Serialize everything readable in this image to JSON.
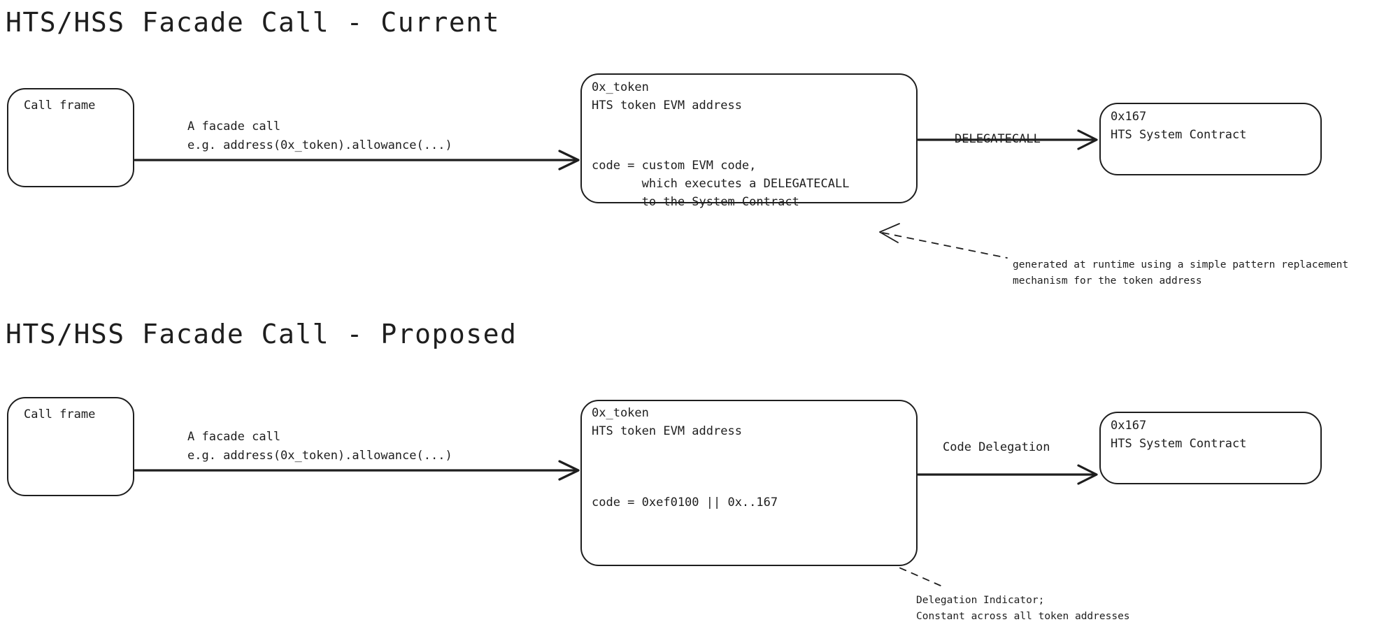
{
  "theme": {
    "stroke_color": "#1e1e1e",
    "background": "#ffffff"
  },
  "sections": [
    {
      "id": "current",
      "title": "HTS/HSS Facade Call - Current",
      "caller_box": {
        "label": "Call frame"
      },
      "call_edge_label": "A facade call\ne.g. address(0x_token).allowance(...)",
      "token_box": {
        "address": "0x_token",
        "subtitle": "HTS token EVM address",
        "code": "code = custom EVM code,\n       which executes a DELEGATECALL\n       to the System Contract"
      },
      "delegate_edge_label": "DELEGATECALL",
      "system_box": {
        "address": "0x167",
        "subtitle": "HTS System Contract"
      },
      "annotation": "generated at runtime using a simple pattern replacement\nmechanism for the token address"
    },
    {
      "id": "proposed",
      "title": "HTS/HSS Facade Call - Proposed",
      "caller_box": {
        "label": "Call frame"
      },
      "call_edge_label": "A facade call\ne.g. address(0x_token).allowance(...)",
      "token_box": {
        "address": "0x_token",
        "subtitle": "HTS token EVM address",
        "code": "code = 0xef0100 || 0x..167"
      },
      "delegate_edge_label": "Code Delegation",
      "system_box": {
        "address": "0x167",
        "subtitle": "HTS System Contract"
      },
      "annotation": "Delegation Indicator;\nConstant across all token addresses"
    }
  ]
}
